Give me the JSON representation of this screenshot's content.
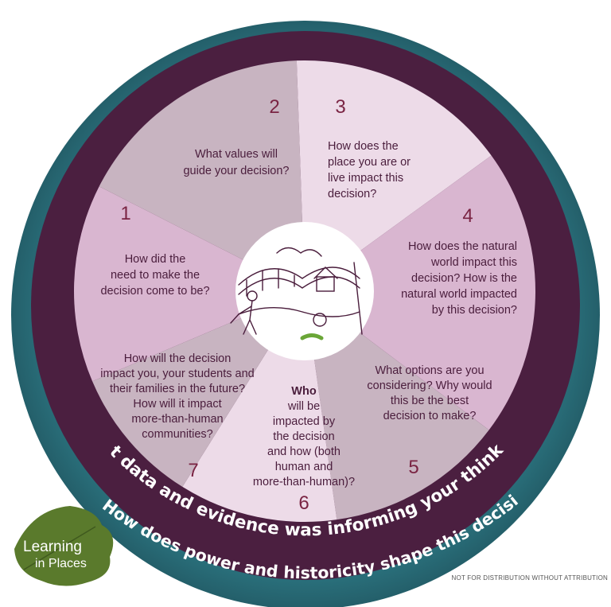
{
  "colors": {
    "outer_ring": "#2c7a86",
    "inner_ring": "#4b1f40",
    "segment_light": "#eddbe8",
    "segment_mid": "#d9b6d0",
    "segment_grey": "#c8b4c1",
    "text": "#4a1d3c",
    "number": "#7a2443",
    "leaf": "#5a7a2c"
  },
  "segments": [
    {
      "number": "1",
      "lines": [
        "How did the",
        "need to make the",
        "decision come to be?"
      ]
    },
    {
      "number": "2",
      "lines": [
        "What values will",
        "guide your decision?"
      ]
    },
    {
      "number": "3",
      "lines": [
        "How does the",
        "place you are or",
        "live impact this",
        "decision?"
      ]
    },
    {
      "number": "4",
      "lines": [
        "How does the natural",
        "world impact this",
        "decision? How is the",
        "natural world impacted",
        "by this decision?"
      ]
    },
    {
      "number": "5",
      "lines": [
        "What options are you",
        "considering? Why would",
        "this be the best",
        "decision to make?"
      ]
    },
    {
      "number": "6",
      "lines": [
        "Who",
        "will be",
        "impacted by",
        "the decision",
        "and how (both",
        "human and",
        "more-than-human)?"
      ]
    },
    {
      "number": "7",
      "lines": [
        "How will the decision",
        "impact you, your students and",
        "their families in the future?",
        "How will it impact",
        "more-than-human",
        "communities?"
      ]
    }
  ],
  "rings": {
    "inner_question": "What data and evidence was informing your thinking?",
    "outer_question": "How does power and historicity shape this decision?"
  },
  "logo": {
    "line1": "Learning",
    "line2": "in Places"
  },
  "footer": "NOT FOR DISTRIBUTION WITHOUT ATTRIBUTION",
  "center_icon": "river-bridge-illustration-icon"
}
